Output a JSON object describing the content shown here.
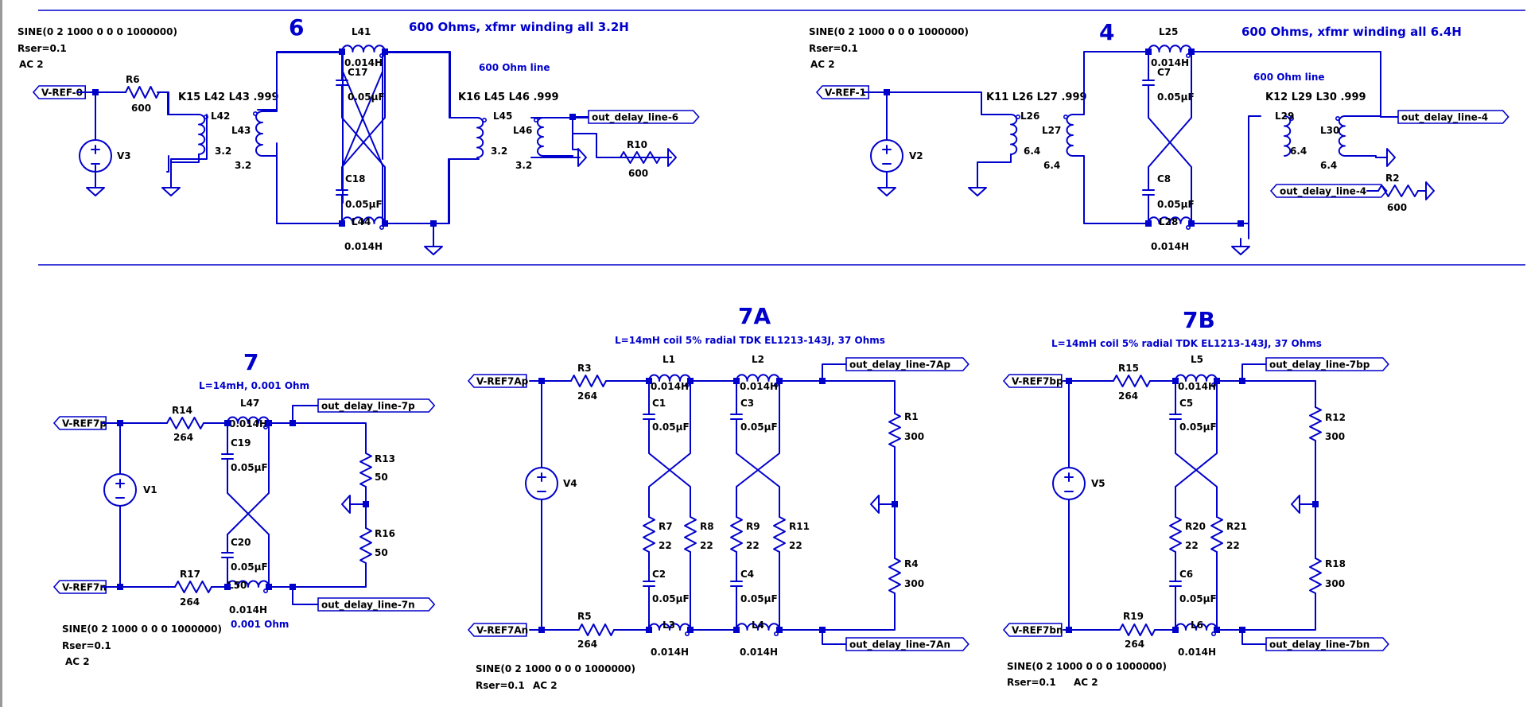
{
  "colors": {
    "wire": "#0000cc",
    "text": "#000000",
    "comment": "#0000cc",
    "background": "#ffffff"
  },
  "sections": {
    "s6": {
      "title": "6",
      "note": "600 Ohms, xfmr winding all 3.2H",
      "line_note": "600 Ohm line",
      "src_func": "SINE(0 2 1000 0 0 0 1000000)",
      "src_rser": "Rser=0.1",
      "src_ac": "AC 2"
    },
    "s4": {
      "title": "4",
      "note": "600 Ohms, xfmr winding all 6.4H",
      "line_note": "600 Ohm line",
      "src_func": "SINE(0 2 1000 0 0 0 1000000)",
      "src_rser": "Rser=0.1",
      "src_ac": "AC 2"
    },
    "s7": {
      "title": "7",
      "note": "L=14mH, 0.001 Ohm",
      "note2": "0.001 Ohm",
      "src_func": "SINE(0 2 1000 0 0 0 1000000)",
      "src_rser": "Rser=0.1",
      "src_ac": "AC 2"
    },
    "s7a": {
      "title": "7A",
      "note": "L=14mH coil 5% radial TDK EL1213-143J, 37 Ohms",
      "src_func": "SINE(0 2 1000 0 0 0 1000000)",
      "src_rser": "Rser=0.1",
      "src_ac": "AC 2"
    },
    "s7b": {
      "title": "7B",
      "note": "L=14mH coil 5% radial TDK EL1213-143J, 37 Ohms",
      "src_func": "SINE(0 2 1000 0 0 0 1000000)",
      "src_rser": "Rser=0.1",
      "src_ac": "AC 2"
    }
  },
  "directives": {
    "k15": "K15 L42 L43 .999",
    "k16": "K16 L45 L46 .999",
    "k11": "K11 L26 L27 .999",
    "k12": "K12 L29 L30 .999"
  },
  "flags": {
    "vref0": "V-REF-0",
    "vref1": "V-REF-1",
    "odl6": "out_delay_line-6",
    "odl4": "out_delay_line-4",
    "odl4b": "out_delay_line-4",
    "vref7p": "V-REF7p",
    "vref7n": "V-REF7n",
    "odl7p": "out_delay_line-7p",
    "odl7n": "out_delay_line-7n",
    "vref7ap": "V-REF7Ap",
    "vref7an": "V-REF7An",
    "odl7ap": "out_delay_line-7Ap",
    "odl7an": "out_delay_line-7An",
    "vref7bp": "V-REF7bp",
    "vref7bn": "V-REF7bn",
    "odl7bp": "out_delay_line-7bp",
    "odl7bn": "out_delay_line-7bn"
  },
  "components": {
    "R6": {
      "name": "R6",
      "value": "600"
    },
    "V3": {
      "name": "V3"
    },
    "L42": {
      "name": "L42",
      "value": "3.2"
    },
    "L43": {
      "name": "L43",
      "value": "3.2"
    },
    "L41": {
      "name": "L41",
      "value": "0.014H"
    },
    "C17": {
      "name": "C17",
      "value": "0.05µF"
    },
    "C18": {
      "name": "C18",
      "value": "0.05µF"
    },
    "L44": {
      "name": "L44",
      "value": "0.014H"
    },
    "L45": {
      "name": "L45",
      "value": "3.2"
    },
    "L46": {
      "name": "L46",
      "value": "3.2"
    },
    "R10": {
      "name": "R10",
      "value": "600"
    },
    "V2": {
      "name": "V2"
    },
    "L26": {
      "name": "L26",
      "value": "6.4"
    },
    "L27": {
      "name": "L27",
      "value": "6.4"
    },
    "L25": {
      "name": "L25",
      "value": "0.014H"
    },
    "C7": {
      "name": "C7",
      "value": "0.05µF"
    },
    "C8": {
      "name": "C8",
      "value": "0.05µF"
    },
    "L28": {
      "name": "L28",
      "value": "0.014H"
    },
    "L29": {
      "name": "L29",
      "value": "6.4"
    },
    "L30": {
      "name": "L30",
      "value": "6.4"
    },
    "R2": {
      "name": "R2",
      "value": "600"
    },
    "V1": {
      "name": "V1"
    },
    "R14": {
      "name": "R14",
      "value": "264"
    },
    "R17": {
      "name": "R17",
      "value": "264"
    },
    "L47": {
      "name": "L47",
      "value": "0.014H"
    },
    "C19": {
      "name": "C19",
      "value": "0.05µF"
    },
    "C20": {
      "name": "C20",
      "value": "0.05µF"
    },
    "L50": {
      "name": "L50",
      "value": "0.014H"
    },
    "R13": {
      "name": "R13",
      "value": "50"
    },
    "R16": {
      "name": "R16",
      "value": "50"
    },
    "V4": {
      "name": "V4"
    },
    "R3": {
      "name": "R3",
      "value": "264"
    },
    "R5": {
      "name": "R5",
      "value": "264"
    },
    "L1": {
      "name": "L1",
      "value": "0.014H"
    },
    "L2": {
      "name": "L2",
      "value": "0.014H"
    },
    "C1": {
      "name": "C1",
      "value": "0.05µF"
    },
    "C3": {
      "name": "C3",
      "value": "0.05µF"
    },
    "R7": {
      "name": "R7",
      "value": "22"
    },
    "R8": {
      "name": "R8",
      "value": "22"
    },
    "R9": {
      "name": "R9",
      "value": "22"
    },
    "R11": {
      "name": "R11",
      "value": "22"
    },
    "C2": {
      "name": "C2",
      "value": "0.05µF"
    },
    "C4": {
      "name": "C4",
      "value": "0.05µF"
    },
    "L3": {
      "name": "L3",
      "value": "0.014H"
    },
    "L4": {
      "name": "L4",
      "value": "0.014H"
    },
    "R1": {
      "name": "R1",
      "value": "300"
    },
    "R4": {
      "name": "R4",
      "value": "300"
    },
    "V5": {
      "name": "V5"
    },
    "R15": {
      "name": "R15",
      "value": "264"
    },
    "R19": {
      "name": "R19",
      "value": "264"
    },
    "L5": {
      "name": "L5",
      "value": "0.014H"
    },
    "C5": {
      "name": "C5",
      "value": "0.05µF"
    },
    "R20": {
      "name": "R20",
      "value": "22"
    },
    "R21": {
      "name": "R21",
      "value": "22"
    },
    "C6": {
      "name": "C6",
      "value": "0.05µF"
    },
    "L6": {
      "name": "L6",
      "value": "0.014H"
    },
    "R12": {
      "name": "R12",
      "value": "300"
    },
    "R18": {
      "name": "R18",
      "value": "300"
    }
  }
}
